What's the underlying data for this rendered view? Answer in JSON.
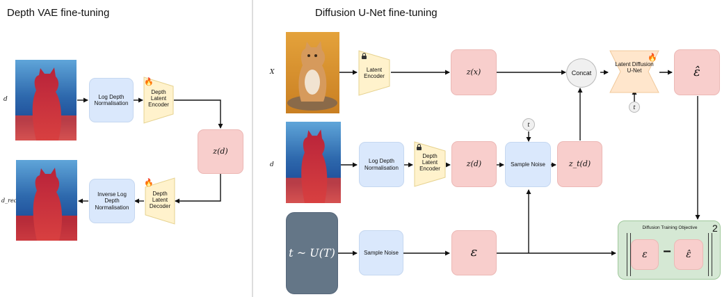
{
  "titles": {
    "left": "Depth VAE fine-tuning",
    "right": "Diffusion U-Net fine-tuning"
  },
  "vae": {
    "input_label": "d",
    "output_label": "d_rec",
    "normalise": "Log Depth Normalisation",
    "encoder": "Depth Latent Encoder",
    "latent": "z(d)",
    "inverse": "Inverse Log Depth Normalisation",
    "decoder": "Depth Latent Decoder"
  },
  "unet": {
    "row_x_label": "X",
    "row_d_label": "d",
    "latent_encoder": "Latent Encoder",
    "z_x": "z(x)",
    "concat": "Concat",
    "unet": "Latent Diffusion U-Net",
    "eps_hat": "ε̂",
    "t_symbol": "t",
    "log_depth_norm": "Log Depth Normalisation",
    "depth_latent_encoder": "Depth Latent Encoder",
    "z_d": "z(d)",
    "sample_noise_1": "Sample Noise",
    "z_t_d": "z_t(d)",
    "timestep": "t ~ U(T)",
    "sample_noise_2": "Sample Noise",
    "eps": "ε",
    "objective_title": "Diffusion Training Objective",
    "obj_eps": "ε",
    "obj_minus": "−",
    "obj_eps_hat": "ε̂",
    "obj_power": "2"
  },
  "colors": {
    "blue_box": "#dae8fc",
    "pink_box": "#f8cecc",
    "encoder_yellow": "#fff2cc",
    "unet_orange": "#ffe6cc",
    "objective_green": "#d5e8d4",
    "timestep_slate": "#647687",
    "divider": "#bbbbbb"
  },
  "icons": [
    "flame-icon",
    "lock-icon",
    "cat-photo",
    "depth-map"
  ]
}
